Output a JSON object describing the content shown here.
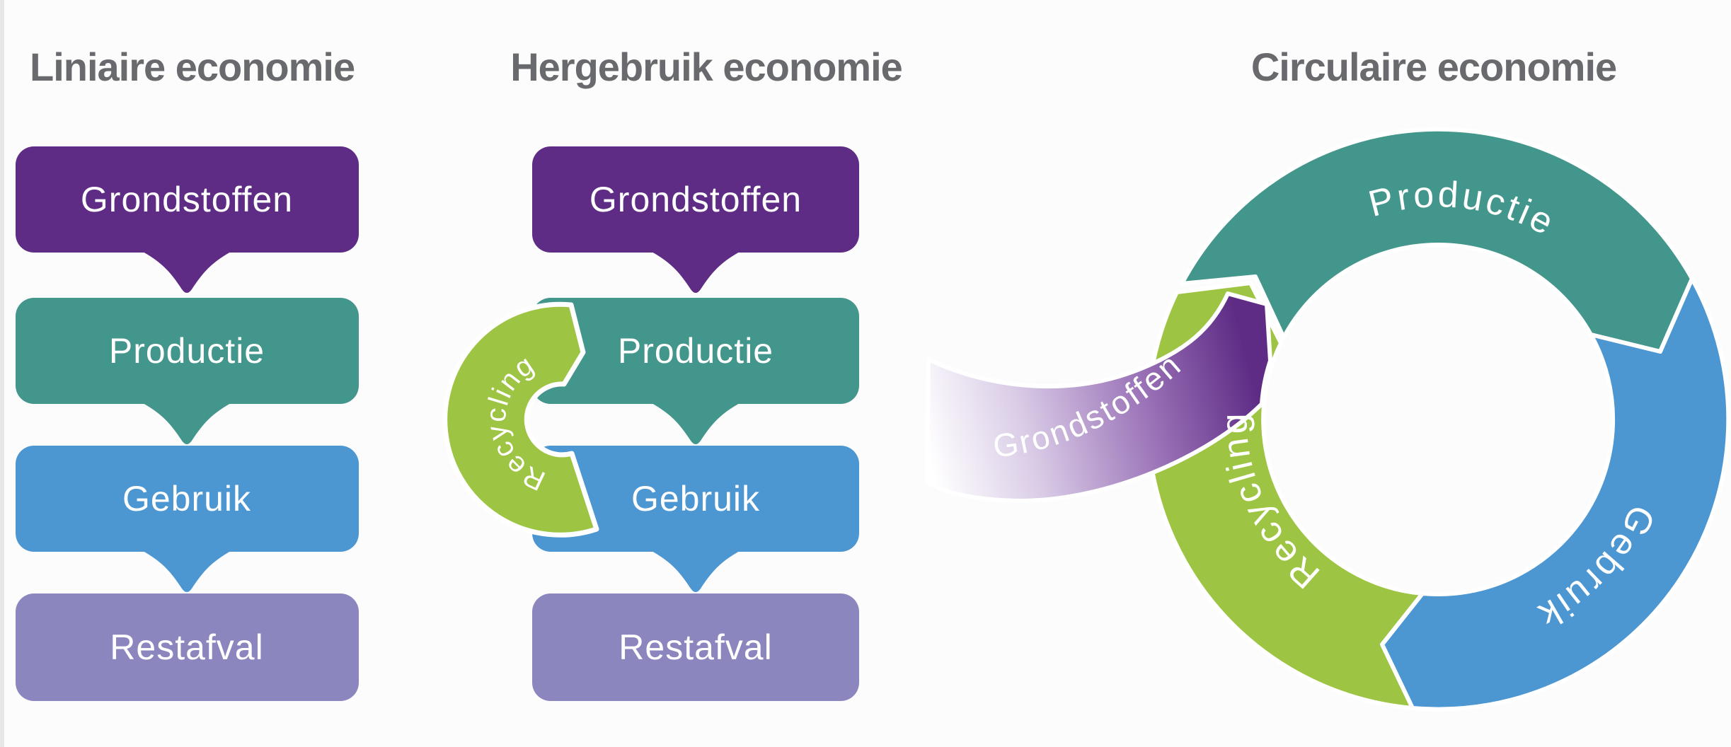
{
  "colors": {
    "background": "#fcfcfc",
    "title_gray": "#696a6d",
    "label_white": "#ffffff",
    "purple": "#5e2c85",
    "teal": "#43968b",
    "blue": "#4c96d2",
    "lavender": "#8b86bd",
    "green": "#9dc442",
    "purple_fade_start": "#ffffff",
    "purple_fade_light": "#d9cbe6",
    "purple_fade_mid": "#9a72b7"
  },
  "sections": {
    "linear": {
      "title": "Liniaire economie",
      "steps": [
        {
          "label": "Grondstoffen",
          "color": "#5e2c85"
        },
        {
          "label": "Productie",
          "color": "#43968b"
        },
        {
          "label": "Gebruik",
          "color": "#4c96d2"
        },
        {
          "label": "Restafval",
          "color": "#8b86bd"
        }
      ]
    },
    "reuse": {
      "title": "Hergebruik economie",
      "loop_label": "Recycling",
      "loop_color": "#9dc442",
      "steps": [
        {
          "label": "Grondstoffen",
          "color": "#5e2c85"
        },
        {
          "label": "Productie",
          "color": "#43968b"
        },
        {
          "label": "Gebruik",
          "color": "#4c96d2"
        },
        {
          "label": "Restafval",
          "color": "#8b86bd"
        }
      ]
    },
    "circular": {
      "title": "Circulaire economie",
      "input_label": "Grondstoffen",
      "input_color": "#5e2c85",
      "segments": [
        {
          "label": "Productie",
          "color": "#43968b"
        },
        {
          "label": "Gebruik",
          "color": "#4c96d2"
        },
        {
          "label": "Recycling",
          "color": "#9dc442"
        }
      ]
    }
  }
}
